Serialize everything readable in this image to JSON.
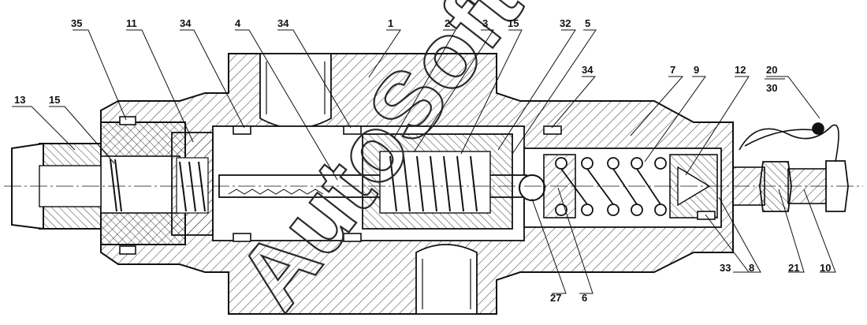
{
  "watermark": {
    "text": "AutoSoft"
  },
  "callouts": [
    "1",
    "2",
    "3",
    "4",
    "5",
    "6",
    "7",
    "8",
    "9",
    "10",
    "11",
    "12",
    "13",
    "15",
    "15",
    "20",
    "30",
    "21",
    "27",
    "32",
    "33",
    "34",
    "34",
    "34",
    "35"
  ],
  "colors": {
    "line": "#111111",
    "hatch": "#222222",
    "watermark": "#2a2a2a"
  }
}
